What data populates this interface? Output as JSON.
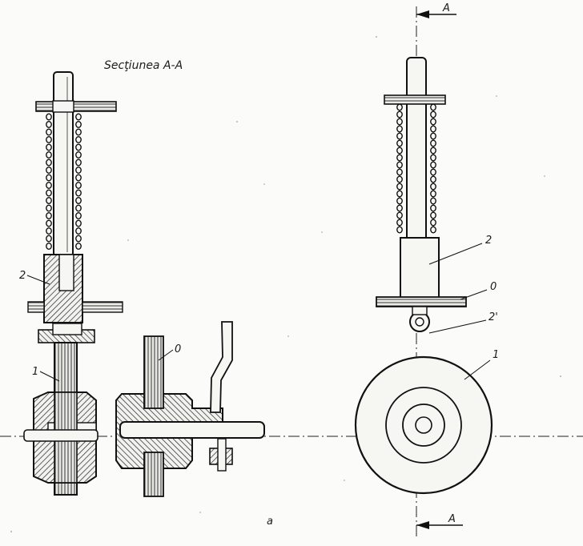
{
  "diagram": {
    "title": "Secţiunea A-A",
    "figure_letter": "a",
    "section_marks": {
      "top": "A",
      "bottom": "A"
    },
    "labels": {
      "left_part1": "1",
      "left_part2": "2",
      "left_part0": "0",
      "right_part2": "2",
      "right_part0": "0",
      "right_part2prime": "2'",
      "right_part1": "1"
    }
  }
}
